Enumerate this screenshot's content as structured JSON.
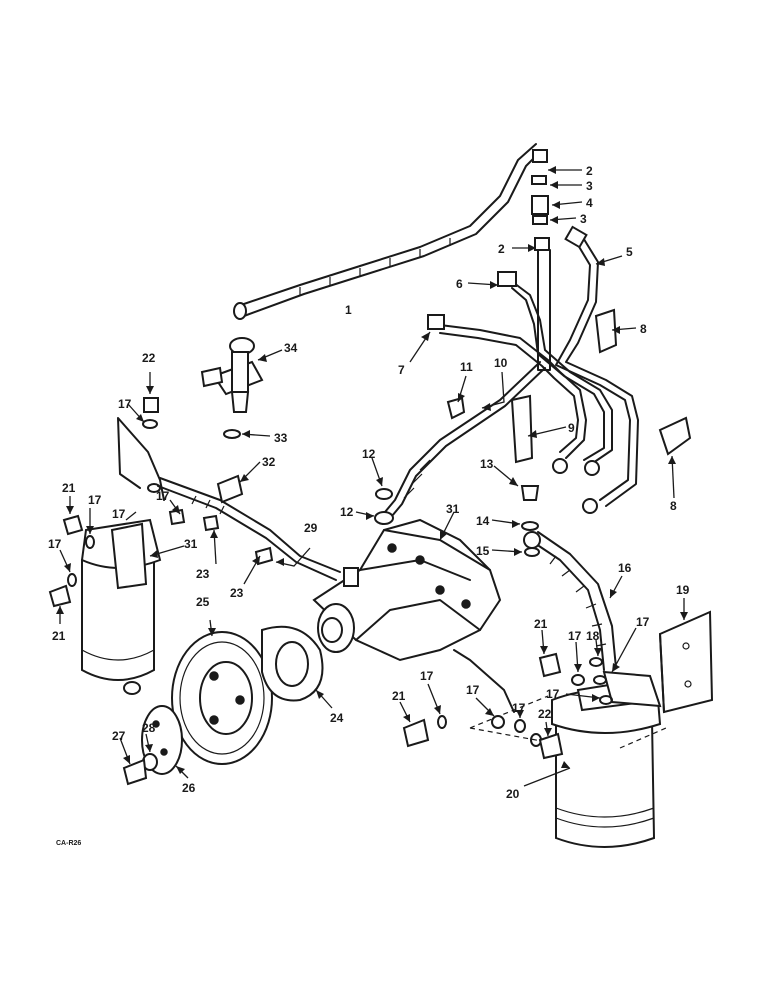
{
  "diagram": {
    "line_color": "#1a1a1a",
    "background": "#ffffff",
    "code_label": "CA-R26",
    "callouts": {
      "c1": "1",
      "c2a": "2",
      "c2b": "2",
      "c3a": "3",
      "c3b": "3",
      "c4": "4",
      "c5": "5",
      "c6": "6",
      "c7": "7",
      "c8a": "8",
      "c8b": "8",
      "c9": "9",
      "c10": "10",
      "c11": "11",
      "c12a": "12",
      "c12b": "12",
      "c13": "13",
      "c14": "14",
      "c15": "15",
      "c16": "16",
      "c17a": "17",
      "c17b": "17",
      "c17c": "17",
      "c17d": "17",
      "c17e": "17",
      "c17f": "17",
      "c17g": "17",
      "c17h": "17",
      "c17i": "17",
      "c17j": "17",
      "c18": "18",
      "c19": "19",
      "c20": "20",
      "c21a": "21",
      "c21b": "21",
      "c21c": "21",
      "c21d": "21",
      "c22a": "22",
      "c22b": "22",
      "c23a": "23",
      "c23b": "23",
      "c24": "24",
      "c25": "25",
      "c26": "26",
      "c27": "27",
      "c28": "28",
      "c29": "29",
      "c31a": "31",
      "c31b": "31",
      "c32": "32",
      "c33": "33",
      "c34": "34"
    }
  }
}
